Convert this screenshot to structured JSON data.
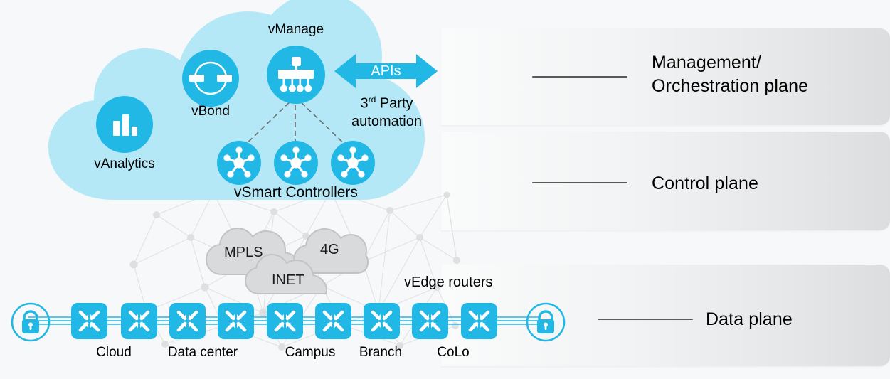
{
  "diagram": {
    "title": "SD-WAN architecture planes",
    "colors": {
      "cyan": "#22b8e6",
      "cloud_blue": "#b5e8f7",
      "transport_gray": "#d9dadb",
      "transport_gray_stroke": "#c2c3c4",
      "panel_light": "#fafbfb",
      "panel_dark": "#dcdddf",
      "rule": "#58595b",
      "mesh": "#e3e4e6",
      "dashed": "#6d6e71",
      "background": "#f7f8f9"
    }
  },
  "overlay_cloud": {
    "nodes": [
      {
        "id": "vanalytics",
        "label": "vAnalytics",
        "icon": "bar-chart-icon"
      },
      {
        "id": "vbond",
        "label": "vBond",
        "icon": "vbond-circle-icon"
      },
      {
        "id": "vmanage",
        "label": "vManage",
        "icon": "vmanage-tree-icon"
      }
    ],
    "controllers": {
      "label": "vSmart Controllers",
      "count": 3,
      "icon": "hub-spoke-icon"
    }
  },
  "api": {
    "arrow_label": "APIs",
    "caption_prefix": "3",
    "caption_sup": "rd",
    "caption_rest": " Party",
    "caption_line2": "automation",
    "icon": "double-arrow-icon"
  },
  "transport": {
    "clouds": [
      {
        "label": "MPLS"
      },
      {
        "label": "4G"
      },
      {
        "label": "INET"
      }
    ]
  },
  "data_plane": {
    "caption": "vEdge routers",
    "router_count": 9,
    "router_icon": "router-four-arrows-icon",
    "lock_icon": "lock-circle-icon",
    "site_labels": [
      "Cloud",
      "Data center",
      "Campus",
      "Branch",
      "CoLo"
    ]
  },
  "planes": [
    {
      "id": "management",
      "label": "Management/\nOrchestration plane"
    },
    {
      "id": "control",
      "label": "Control plane"
    },
    {
      "id": "data",
      "label": "Data plane"
    }
  ]
}
